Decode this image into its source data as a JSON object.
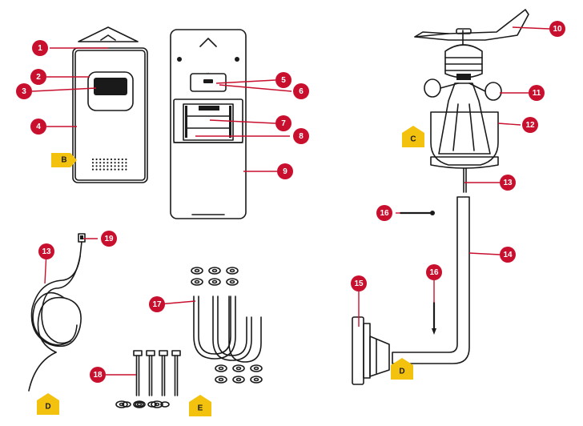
{
  "colors": {
    "callout": "#c8102e",
    "tag": "#f2c20f",
    "ink": "#1a1a1a"
  },
  "callouts": [
    {
      "id": "c1",
      "number": "1"
    },
    {
      "id": "c2",
      "number": "2"
    },
    {
      "id": "c3",
      "number": "3"
    },
    {
      "id": "c4",
      "number": "4"
    },
    {
      "id": "c5",
      "number": "5"
    },
    {
      "id": "c6",
      "number": "6"
    },
    {
      "id": "c7",
      "number": "7"
    },
    {
      "id": "c8",
      "number": "8"
    },
    {
      "id": "c9",
      "number": "9"
    },
    {
      "id": "c10",
      "number": "10"
    },
    {
      "id": "c11",
      "number": "11"
    },
    {
      "id": "c12",
      "number": "12"
    },
    {
      "id": "c13a",
      "number": "13"
    },
    {
      "id": "c14",
      "number": "14"
    },
    {
      "id": "c15",
      "number": "15"
    },
    {
      "id": "c16a",
      "number": "16"
    },
    {
      "id": "c16b",
      "number": "16"
    },
    {
      "id": "c13b",
      "number": "13"
    },
    {
      "id": "c17",
      "number": "17"
    },
    {
      "id": "c18",
      "number": "18"
    },
    {
      "id": "c19",
      "number": "19"
    }
  ],
  "tags": [
    {
      "id": "tB",
      "letter": "B"
    },
    {
      "id": "tC",
      "letter": "C"
    },
    {
      "id": "tD1",
      "letter": "D"
    },
    {
      "id": "tD2",
      "letter": "D"
    },
    {
      "id": "tE",
      "letter": "E"
    }
  ],
  "sensor_back_label": "+/−"
}
